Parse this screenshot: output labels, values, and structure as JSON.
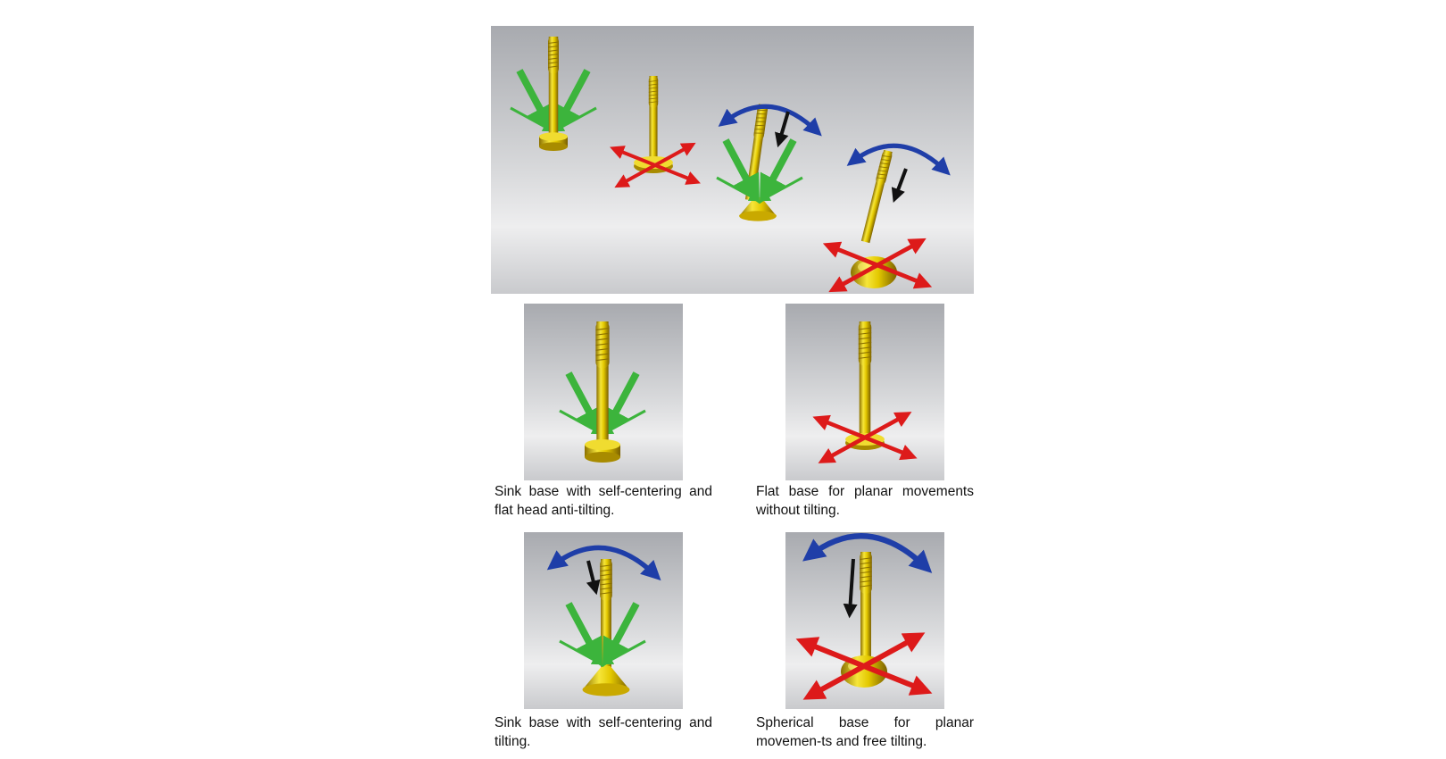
{
  "captions": {
    "sink_flat": "Sink base with self-centering and flat head anti-tilting.",
    "flat": "Flat base for planar movements without tilting.",
    "sink_tilting": "Sink base with self-centering and tilting.",
    "spherical": "Spherical base for planar movemen-ts and free tilting."
  },
  "colors": {
    "screw_gold": "#e3c800",
    "force_green": "#3cb43c",
    "planar_red": "#dd1a1a",
    "tilt_blue": "#1f3ea8"
  }
}
